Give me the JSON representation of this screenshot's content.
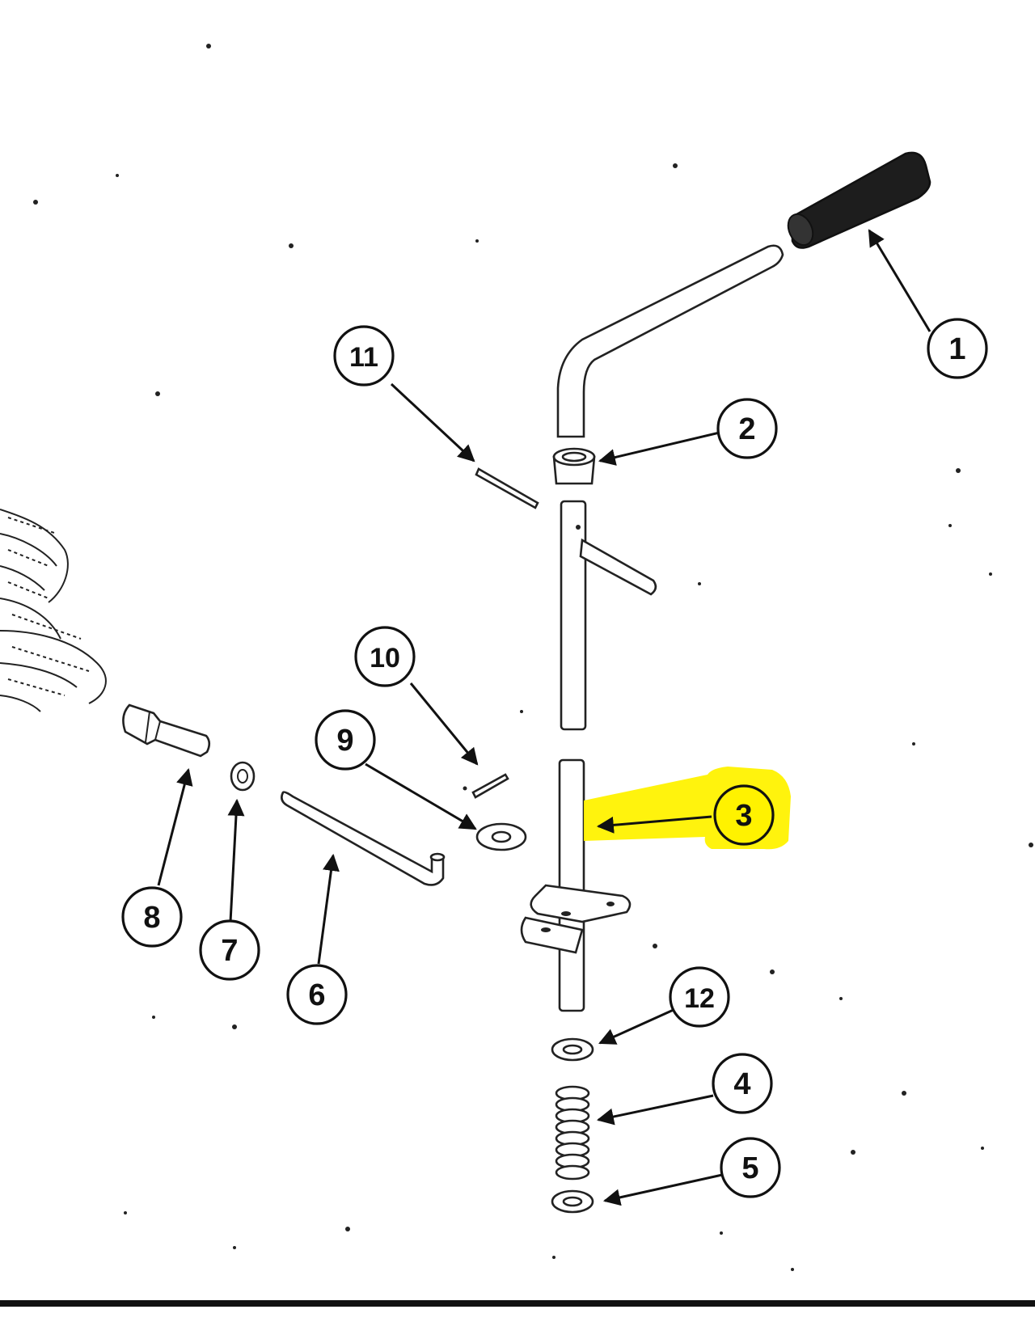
{
  "highlight_color": "#fff200",
  "callouts": [
    {
      "id": "1",
      "label": "1"
    },
    {
      "id": "2",
      "label": "2"
    },
    {
      "id": "3",
      "label": "3",
      "highlighted": true
    },
    {
      "id": "4",
      "label": "4"
    },
    {
      "id": "5",
      "label": "5"
    },
    {
      "id": "6",
      "label": "6"
    },
    {
      "id": "7",
      "label": "7"
    },
    {
      "id": "8",
      "label": "8"
    },
    {
      "id": "9",
      "label": "9"
    },
    {
      "id": "10",
      "label": "10"
    },
    {
      "id": "11",
      "label": "11"
    },
    {
      "id": "12",
      "label": "12"
    }
  ]
}
